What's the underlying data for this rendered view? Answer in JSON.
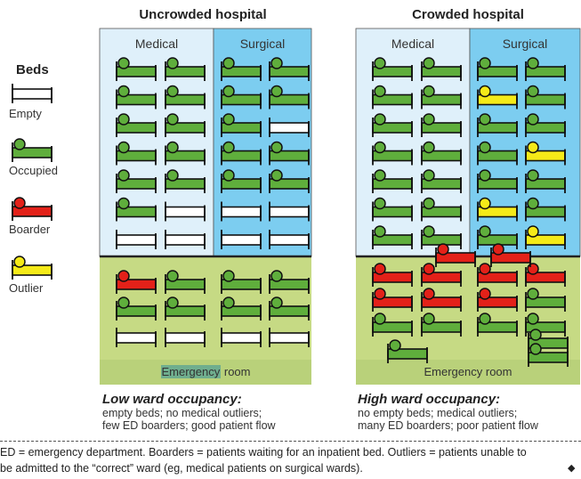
{
  "hospitals": [
    {
      "title": "Uncrowded hospital",
      "wards": {
        "medical": "Medical",
        "surgical": "Surgical"
      },
      "er_label_highlight": "Emergency",
      "er_label_rest": " room",
      "caption_head": "Low ward occupancy:",
      "caption_lines": [
        "empty beds; no medical outliers;",
        "few ED boarders; good patient flow"
      ]
    },
    {
      "title": "Crowded hospital",
      "wards": {
        "medical": "Medical",
        "surgical": "Surgical"
      },
      "er_label": "Emergency room",
      "caption_head": "High ward occupancy:",
      "caption_lines": [
        "no empty beds; medical outliers;",
        "many ED boarders; poor patient flow"
      ]
    }
  ],
  "legend": {
    "title": "Beds",
    "items": [
      {
        "label": "Empty",
        "kind": "empty"
      },
      {
        "label": "Occupied",
        "kind": "occupied"
      },
      {
        "label": "Boarder",
        "kind": "boarder"
      },
      {
        "label": "Outlier",
        "kind": "outlier"
      }
    ]
  },
  "colors": {
    "medical_bg": "#dff0fa",
    "surgical_bg": "#7ccdf0",
    "er_bg": "#c6da84",
    "er_label_bg": "#b9d17a",
    "occupied": "#5fae3c",
    "boarder": "#e32119",
    "outlier": "#f5ea18",
    "empty": "#ffffff"
  },
  "beds": {
    "uncrowded_medical": [
      [
        "occupied",
        "occupied"
      ],
      [
        "occupied",
        "occupied"
      ],
      [
        "occupied",
        "occupied"
      ],
      [
        "occupied",
        "occupied"
      ],
      [
        "occupied",
        "occupied"
      ],
      [
        "occupied",
        "empty"
      ],
      [
        "empty",
        "empty"
      ]
    ],
    "uncrowded_surgical": [
      [
        "occupied",
        "occupied"
      ],
      [
        "occupied",
        "occupied"
      ],
      [
        "occupied",
        "empty"
      ],
      [
        "occupied",
        "occupied"
      ],
      [
        "occupied",
        "occupied"
      ],
      [
        "empty",
        "empty"
      ],
      [
        "empty",
        "empty"
      ]
    ],
    "uncrowded_er": [
      [
        "boarder",
        "occupied",
        "occupied",
        "occupied"
      ],
      [
        "occupied",
        "occupied",
        "occupied",
        "occupied"
      ],
      [
        "empty",
        "empty",
        "empty",
        "empty"
      ]
    ],
    "crowded_medical": [
      [
        "occupied",
        "occupied"
      ],
      [
        "occupied",
        "occupied"
      ],
      [
        "occupied",
        "occupied"
      ],
      [
        "occupied",
        "occupied"
      ],
      [
        "occupied",
        "occupied"
      ],
      [
        "occupied",
        "occupied"
      ],
      [
        "occupied",
        "occupied"
      ]
    ],
    "crowded_surgical": [
      [
        "occupied",
        "occupied"
      ],
      [
        "outlier",
        "occupied"
      ],
      [
        "occupied",
        "occupied"
      ],
      [
        "occupied",
        "outlier"
      ],
      [
        "occupied",
        "occupied"
      ],
      [
        "outlier",
        "occupied"
      ],
      [
        "occupied",
        "outlier"
      ]
    ],
    "crowded_er": [
      [
        "boarder",
        "boarder",
        "boarder",
        "boarder"
      ],
      [
        "boarder",
        "boarder",
        "boarder",
        "occupied"
      ],
      [
        "occupied",
        "occupied",
        "occupied",
        "occupied"
      ]
    ],
    "crowded_extra": [
      "boarder",
      "boarder",
      "occupied",
      "occupied",
      "occupied"
    ]
  },
  "footnote": {
    "line1": "ED = emergency department. Boarders = patients waiting for an inpatient bed. Outliers = patients unable to",
    "line2": "be admitted to the “correct” ward (eg, medical patients on surgical wards).",
    "end_mark": "◆"
  }
}
